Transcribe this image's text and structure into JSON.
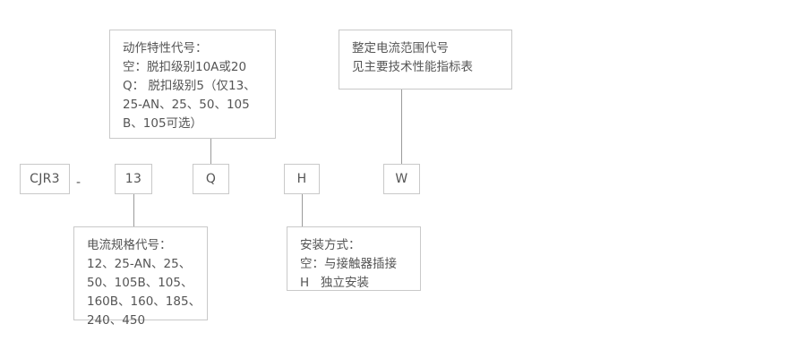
{
  "diagram": {
    "title_code": "CJR3-13QHW",
    "separator": "-",
    "code_boxes": [
      {
        "id": "series",
        "label": "CJR3"
      },
      {
        "id": "current-spec",
        "label": "13"
      },
      {
        "id": "action-characteristic",
        "label": "Q"
      },
      {
        "id": "mounting",
        "label": "H"
      },
      {
        "id": "current-range",
        "label": "W"
      }
    ],
    "notes": {
      "action_characteristic": {
        "name": "action-characteristic-note",
        "lines": [
          "动作特性代号：",
          "空：脱扣级别10A或20",
          "Q： 脱扣级别5（仅13、",
          "25-AN、25、50、105",
          "B、105可选）"
        ]
      },
      "current_range": {
        "name": "current-range-note",
        "lines": [
          "整定电流范围代号",
          "见主要技术性能指标表"
        ]
      },
      "current_spec": {
        "name": "current-spec-note",
        "lines": [
          "电流规格代号：",
          "12、25-AN、25、",
          "50、105B、105、",
          "160B、160、185、",
          "240、450"
        ]
      },
      "mounting": {
        "name": "mounting-note",
        "lines": [
          "安装方式：",
          "空：与接触器插接",
          "H   独立安装"
        ]
      }
    },
    "colors": {
      "border": "#c9c9c9",
      "connector": "#9a9a9a",
      "text": "#555555",
      "background": "#ffffff"
    }
  }
}
